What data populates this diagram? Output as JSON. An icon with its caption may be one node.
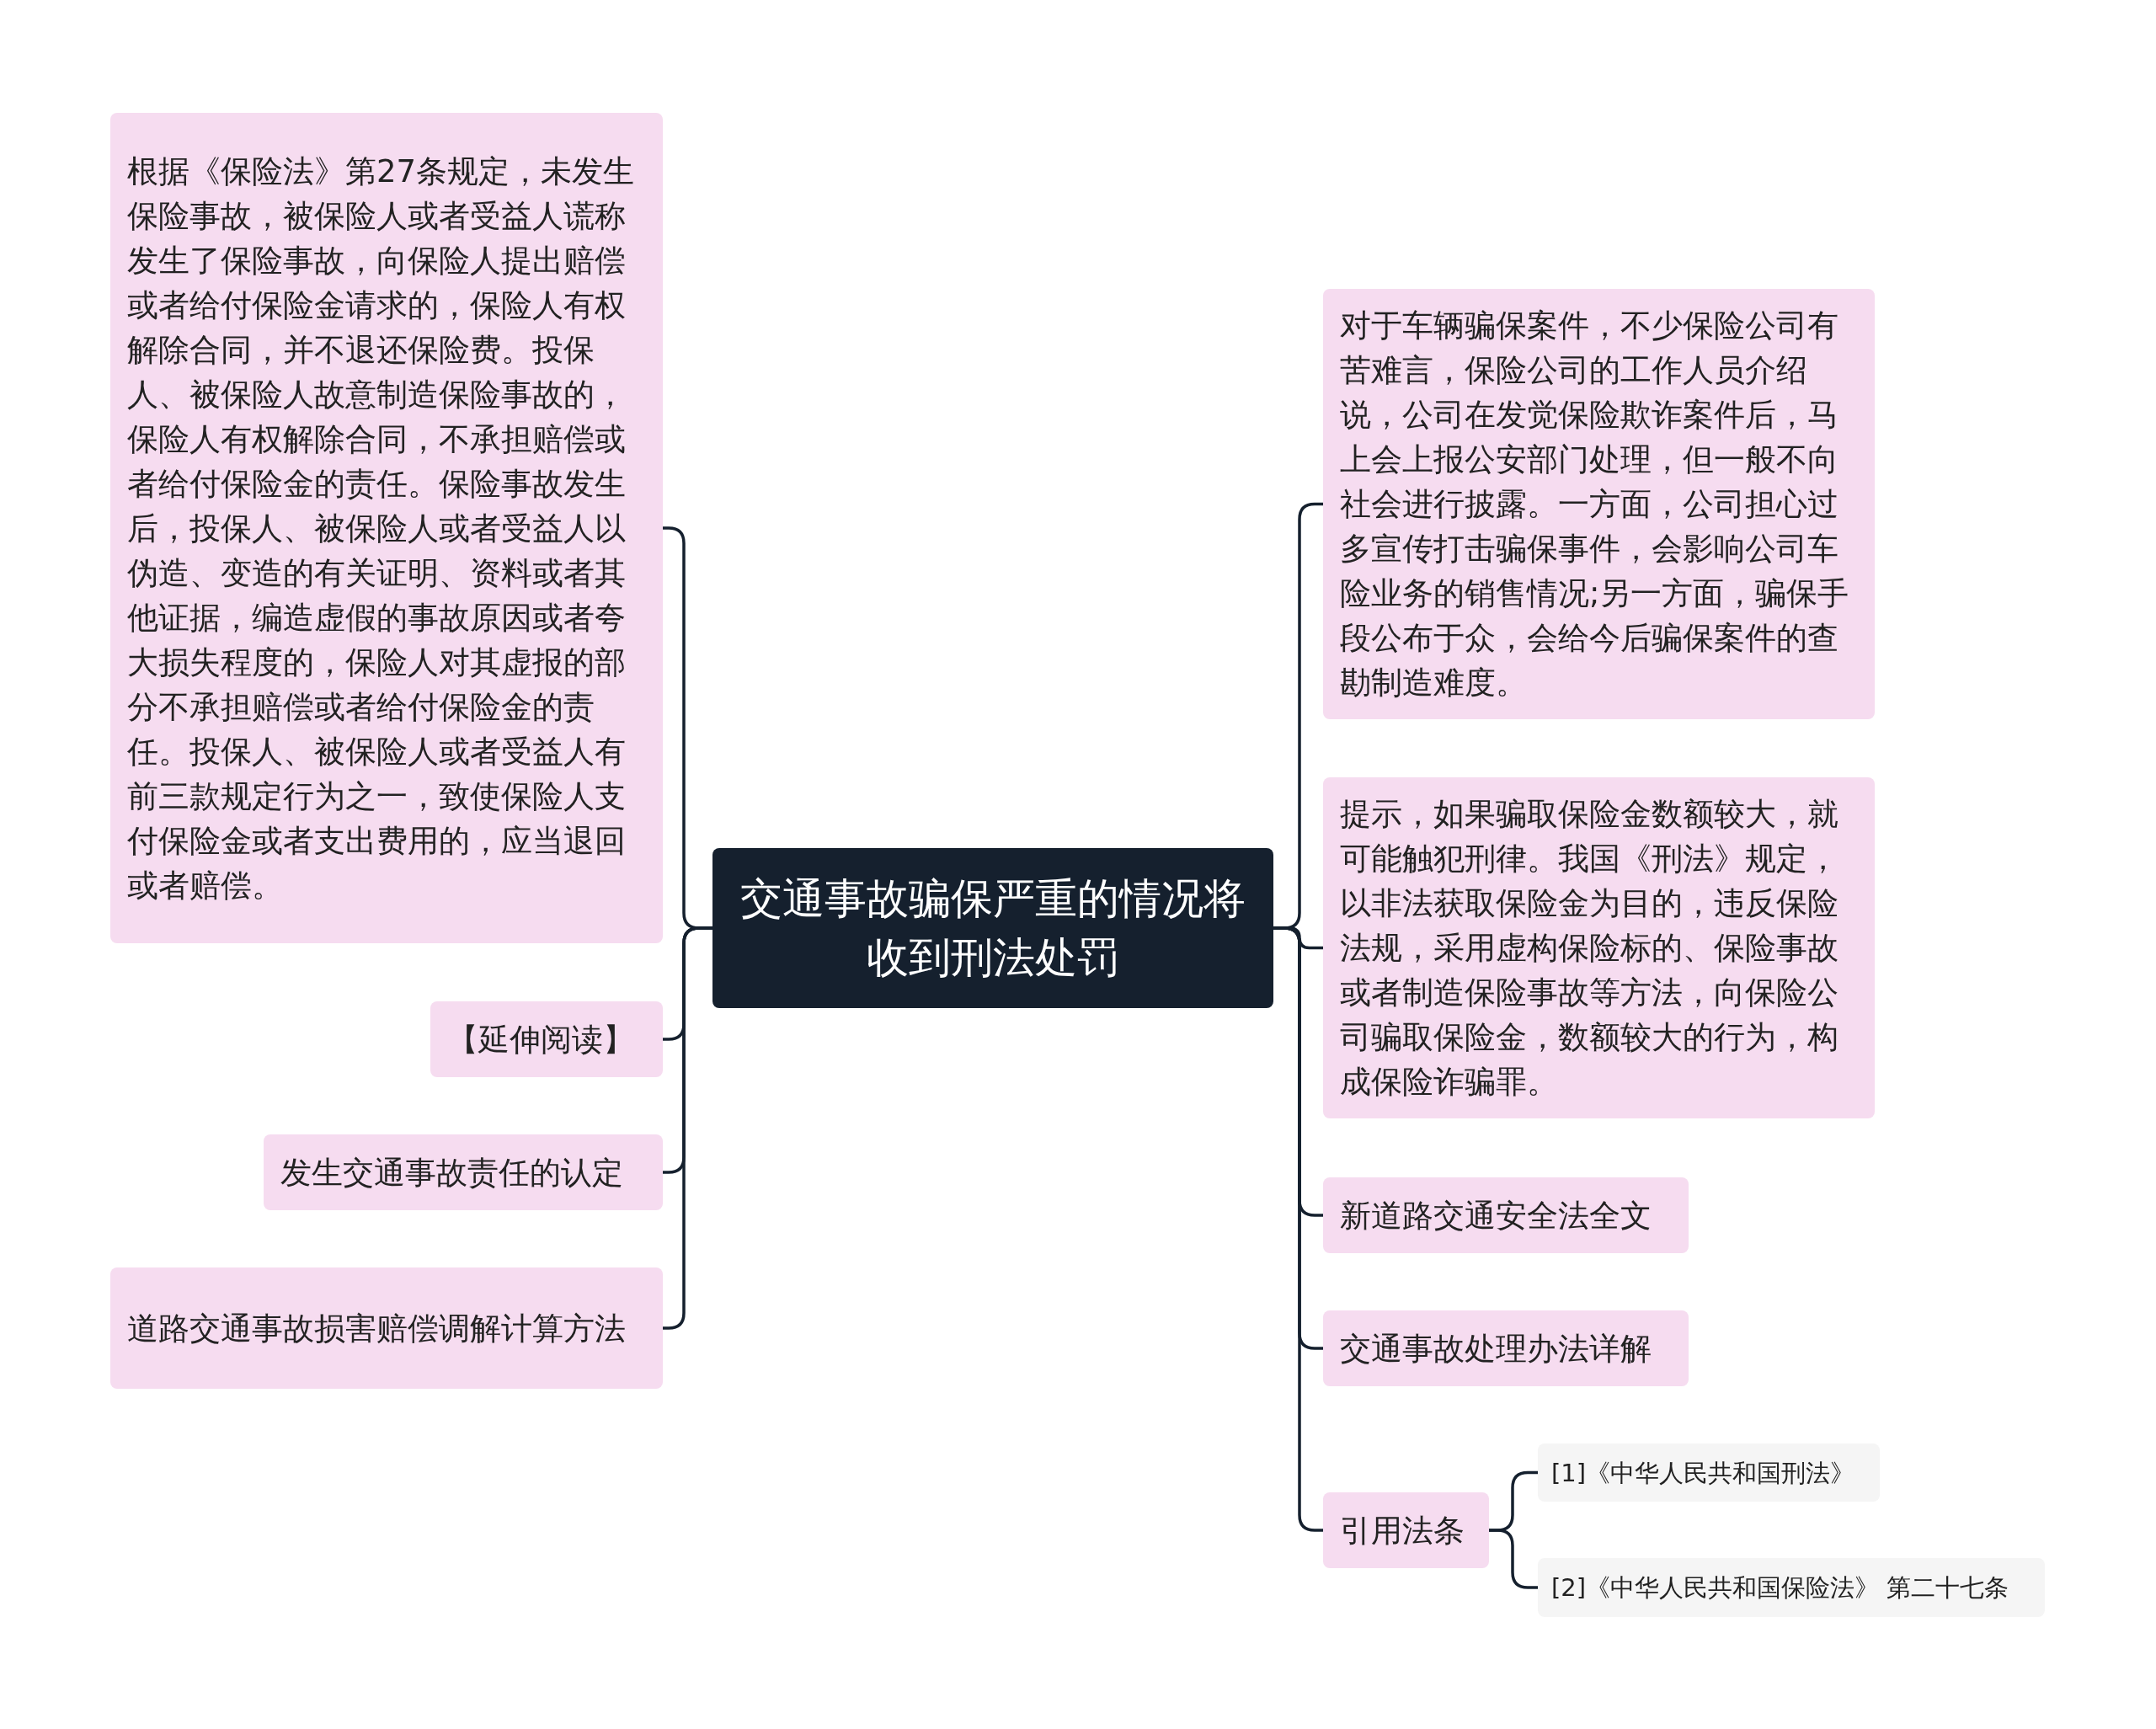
{
  "diagram": {
    "nodes": [
      {
        "text": [
          "交通事故骗保严重的情况将收到刑法处罚"
        ]
      },
      {
        "text": [
          "根据《保险法》第27条规定，未发生保险事故，被保险人或者受益人谎称发生了保险事故，向保险人提出赔偿或者给付保险金请求的，保险人有权解除合同，并不退还保险费。投保人、被保险人故意制造保险事故的，保险人有权解除合同，不承担赔偿或者给付保险金的责任。保险事故发生后，投保人、被保险人或者受益人以伪造、变造的有关证明、资料或者其他证据，编造虚假的事故原因或者夸大损失程度的，保险人对其虚报的部分不承担赔偿或者给付保险金的责任。投保人、被保险人或者受益人有前三款规定行为之一，致使保险人支付保险金或者支出费用的，应当退回或者赔偿。"
        ]
      },
      {
        "text": [
          "【延伸阅读】"
        ]
      },
      {
        "text": [
          "发生交通事故责任的认定"
        ]
      },
      {
        "text": [
          "道路交通事故损害赔偿调解计算方法"
        ]
      },
      {
        "text": [
          "对于车辆骗保案件，不少保险公司有苦难言，保险公司的工作人员介绍说，公司在发觉保险欺诈案件后，马上会上报公安部门处理，但一般不向社会进行披露。一方面，公司担心过多宣传打击骗保事件，会影响公司车险业务的销售情况;另一方面，骗保手段公布于众，会给今后骗保案件的查勘制造难度。"
        ]
      },
      {
        "text": [
          "提示，如果骗取保险金数额较大，就可能触犯刑律。我国《刑法》规定，以非法获取保险金为目的，违反保险法规，采用虚构保险标的、保险事故或者制造保险事故等方法，向保险公司骗取保险金，数额较大的行为，构成保险诈骗罪。"
        ]
      },
      {
        "text": [
          "新道路交通安全法全文"
        ]
      },
      {
        "text": [
          "交通事故处理办法详解"
        ]
      },
      {
        "text": [
          "引用法条"
        ]
      },
      {
        "text": [
          "[1]《中华人民共和国刑法》"
        ]
      },
      {
        "text": [
          "[2]《中华人民共和国保险法》 第二十七条"
        ]
      }
    ],
    "edges": [
      {
        "from": 0,
        "to": 1,
        "arrow": "none"
      },
      {
        "from": 0,
        "to": 2,
        "arrow": "none"
      },
      {
        "from": 0,
        "to": 3,
        "arrow": "none"
      },
      {
        "from": 0,
        "to": 4,
        "arrow": "none"
      },
      {
        "from": 0,
        "to": 5,
        "arrow": "none"
      },
      {
        "from": 0,
        "to": 6,
        "arrow": "none"
      },
      {
        "from": 0,
        "to": 7,
        "arrow": "none"
      },
      {
        "from": 0,
        "to": 8,
        "arrow": "none"
      },
      {
        "from": 0,
        "to": 9,
        "arrow": "none"
      },
      {
        "from": 9,
        "to": 10,
        "arrow": "none"
      },
      {
        "from": 9,
        "to": 11,
        "arrow": "none"
      }
    ]
  }
}
